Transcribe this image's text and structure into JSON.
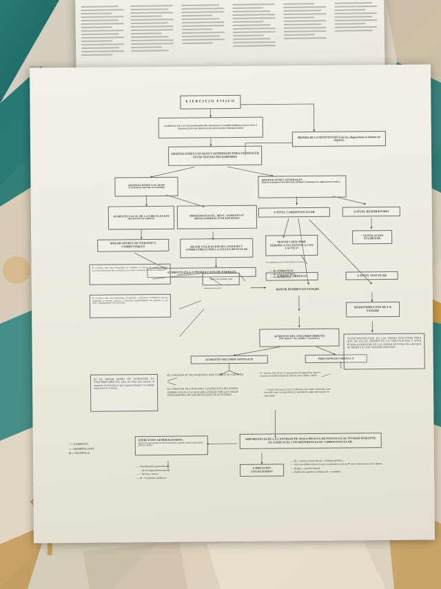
{
  "scene": {
    "description": "Photograph of an open book lying on a patterned tablecloth",
    "background_colors": [
      "#1f6e6c",
      "#d9cfbd",
      "#c98a3a",
      "#e2d8c6"
    ],
    "page_color": "#efece4",
    "ink_color": "#3a3630"
  },
  "diagram": {
    "title": "EJERCICIO FISICO",
    "nodes": {
      "n_top": "EJERCICIO FISICO",
      "n_aumento_necesidades": "AUMENTO DE LAS NECESIDADES DE OXIGENO Y COMBUSTIBLES (GLUCOSA Y GRASAS) EN LOS MUSCULOS QUE ESTAN TRABAJANDO",
      "n_adaptaciones": "ADAPTACIONES LOCALES Y GENERALES PARA SATISFACER ESTAS NUEVAS NECESIDADES",
      "n_mejora_aptitud": "MEJORA DE LA APTITUD FISICA (de las adaptaciones se obtiene un objetivo)",
      "n_adapt_locales": "ADAPTACIONES LOCALES",
      "n_adapt_locales_sub": "(a nivel de los musculos en actividad)",
      "n_adapt_generales": "ADAPTACIONES GENERALES",
      "n_adapt_generales_sub": "(Todo el organismo reacciona para permitir y mantener las adaptaciones locales.)",
      "n_aumento_local": "AUMENTO LOCAL DE LA CIRCULACION",
      "n_aumento_local_sub": "(apertura de mas capilares)",
      "n_hipertrofia": "HIPERTROFIA CEL. MUSC. AUMENTO Nº MITOCONDRIAS FUNCIONANTES",
      "n_cardiovascular": "A NIVEL CARDIOVASCULAR",
      "n_respiratorio": "A NIVEL RESPIRATORIO",
      "n_ventilacion": "↑ VENTILACION PULMONAR",
      "n_mayor_aporte": "MAYOR APORTE DE OXIGENO Y COMBUSTIBLES",
      "n_mejor_utilizacion": "MEJOR UTILIZACION DEL OXIGENO Y COMBUSTIBLES POR LA CELULA MUSCULAR",
      "n_mayor_capacidad": "MAYOR CAPACIDAD AEROBICA=NO INTOXICA CON LACTICO",
      "n_aumento_energia": "AUMENTO EN LA PRODUCCION DE ENERGIA",
      "n_alimentos_note": "Los alimentos no se almacenan en exceso:",
      "n_cardiaco": "A NIVEL CARDIACO",
      "n_vascular": "A NIVEL VASCULAR",
      "n_mayor_bombeo": "MAYOR BOMBEO EN SANGRE",
      "n_redistribucion": "REDISTRIBUCION DE LA SANGRE",
      "n_volumen_minuto": "AUMENTO DEL VOLUMEN MINUTO",
      "n_volumen_minuto_sub": "(Vol. minuto = Vol. sistólico × frecuencia.)",
      "n_vol_sistolico": "AUMENTO VOLUMEN SISTOLICO",
      "n_frec_cardiaca": "FRECUENCIA CARDIACA",
      "n_vasoconstriccion": "VASOCONSTRICCION EN LAS ZONAS INACTIVAS PARA QUE EN ELLAS DISMINUYA LA CIRCULACION Y ESTA PUEDA AUMENTAR EN LAS ZONAS ACTIVAS EN LAS QUE SE PRODUCE UNA VASODILATACION.",
      "n_tiene_en_cuenta": "Tiene en cuenta que",
      "n_corazon_volumen": "El corazón, ante una sobrecarga de volumen, es decir, de retorno venoso, reacciona dilatando sus cavidades y, por tanto, estirando las fibras cardiacas.",
      "n_corazon_presion": "El corazón, ante una sobrecarga de presión —ejercicios localizados que no aumentan el retorno venoso—, reacciona hipertrofiando sus paredes y, por tanto, disminuyendo las cavidades.",
      "n_mejor_modo": "ES EL MEJOR MODO DE AUMENTAR EL VOLUMEN MINUTO, pues no tiene que recurrir al aumento de frecuencia que supone siempre un trabajo extra para el corazón.",
      "n_corazon_vacia": "EL CORAZON SE VACIA MEJOR CADA VEZ QUE SE CONTRAE.",
      "n_corazon_llena": "EL CORAZON SE LLENA MAS CUANDO ESTA RELAJADO, DEBIDO A QUE LE LLEGA MAS SANGRE POR LAS VENAS PROCEDENTES DE LOS MUSCULOS EN ACTIVIDAD.",
      "n_frec_expl": "Si ↑ mucho, deja de ser un mecanismo de adaptación, pues el corazón no tendría tiempo de llenarse entre latido y latido.",
      "n_frec_bullet": "Cuanto más baja, es que el individuo está mejor entrenado, pues nos indica que ha aumentado la cantidad de sangre que expulsa en cada latido.",
      "n_importancia": "IMPORTANCIA DE LA CANTIDAD DE MASA MUSCULAR PUESTA EN ACTIVIDAD DURANTE EL EJERCICIO, CON REFERENCIA AP. CARDIOVASCULAR.",
      "n_ej_generalizados": "EJERCICIOS GENERALIZADOS.",
      "n_ej_generalizados_sub": "Ejercicios que ponen en funcionamiento grandes masas musculares (correr, nadar).",
      "n_ej_localizados": "EJERCICIOS LOCALIZADOS"
    },
    "bullets_aerobico": [
      "No SOBREPESO.",
      "No COLESTEROL.",
      "No DIABETES."
    ],
    "bullets_generalizados": [
      "Vasodilatación generalizada.",
      "⇄ No hipertensión arterial.",
      "↑ Retorno venoso.",
      "⇄ ↑ Cavidades cardiacas."
    ],
    "bullets_localizados": [
      "No ↑ retorno venoso ⇄ no ↑ volumen sistólico.",
      "Sólo vasodilatación en los pocos músculos activos ⇄ vasoconstricción en los demás.",
      "Peligro ↑ tensión arterial.",
      "Hipertrofia paredes cardiacas ⇄ ↓ cavidades."
    ],
    "legend": [
      "↑ = AUMENTO.",
      "↓ = DISMINUCION.",
      "⇄ = SIGNIFICA."
    ]
  }
}
